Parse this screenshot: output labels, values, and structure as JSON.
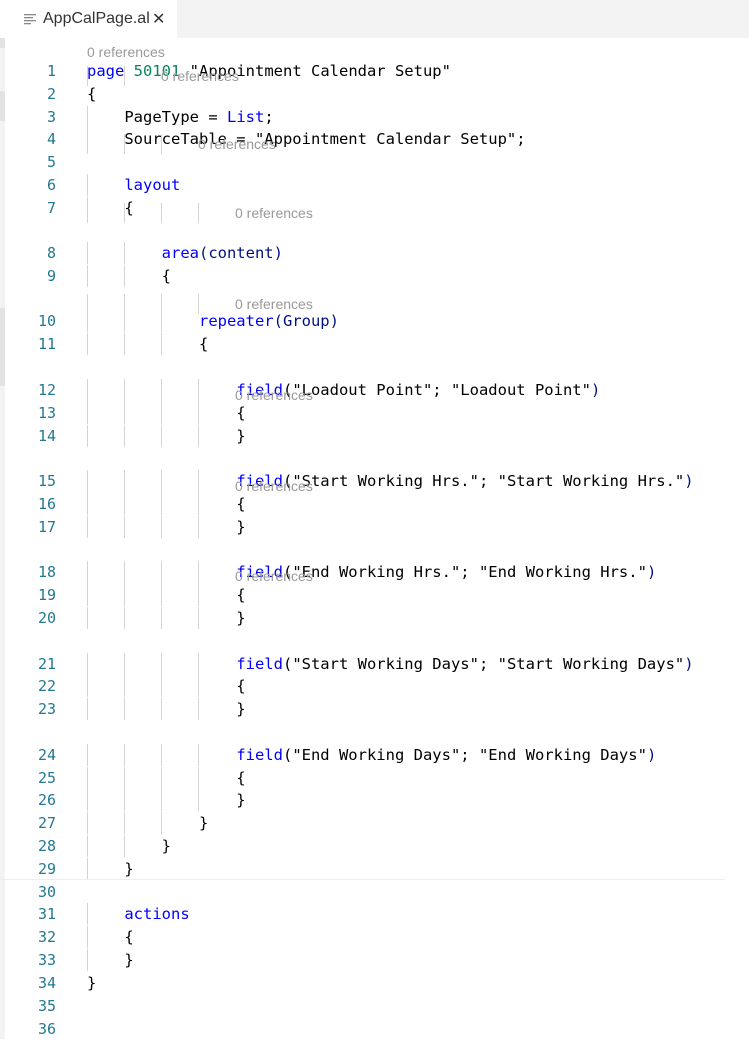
{
  "tab": {
    "label": "AppCalPage.al",
    "file_icon": "lines-file-icon",
    "close_icon": "close-icon"
  },
  "codelens_label": "0 references",
  "lines": [
    {
      "n": "1",
      "tokens": [
        [
          "kw",
          "page"
        ],
        [
          "p",
          " "
        ],
        [
          "num",
          "50101"
        ],
        [
          "p",
          " \"Appointment Calendar Setup\""
        ]
      ]
    },
    {
      "n": "2",
      "tokens": [
        [
          "p",
          "{"
        ]
      ]
    },
    {
      "n": "3",
      "tokens": [
        [
          "p",
          "    PageType = "
        ],
        [
          "kw",
          "List"
        ],
        [
          "p",
          ";"
        ]
      ]
    },
    {
      "n": "4",
      "tokens": [
        [
          "p",
          "    SourceTable = \"Appointment Calendar Setup\";"
        ]
      ]
    },
    {
      "n": "5",
      "tokens": []
    },
    {
      "n": "6",
      "tokens": [
        [
          "p",
          "    "
        ],
        [
          "kw",
          "layout"
        ]
      ]
    },
    {
      "n": "7",
      "tokens": [
        [
          "p",
          "    {"
        ]
      ]
    },
    {
      "n": "8",
      "tokens": [
        [
          "p",
          "        "
        ],
        [
          "kw",
          "area"
        ],
        [
          "kw2",
          "(content)"
        ]
      ]
    },
    {
      "n": "9",
      "tokens": [
        [
          "p",
          "        {"
        ]
      ]
    },
    {
      "n": "10",
      "tokens": [
        [
          "p",
          "            "
        ],
        [
          "kw",
          "repeater"
        ],
        [
          "kw2",
          "(Group)"
        ]
      ]
    },
    {
      "n": "11",
      "tokens": [
        [
          "p",
          "            {"
        ]
      ]
    },
    {
      "n": "12",
      "tokens": [
        [
          "p",
          "                "
        ],
        [
          "kw",
          "field"
        ],
        [
          "p",
          "(\"Loadout Point\"; \"Loadout Point\""
        ],
        [
          "kw2",
          ")"
        ]
      ]
    },
    {
      "n": "13",
      "tokens": [
        [
          "p",
          "                {"
        ]
      ]
    },
    {
      "n": "14",
      "tokens": [
        [
          "p",
          "                }"
        ]
      ]
    },
    {
      "n": "15",
      "tokens": [
        [
          "p",
          "                "
        ],
        [
          "kw",
          "field"
        ],
        [
          "p",
          "(\"Start Working Hrs.\"; \"Start Working Hrs.\""
        ],
        [
          "kw2",
          ")"
        ]
      ]
    },
    {
      "n": "16",
      "tokens": [
        [
          "p",
          "                {"
        ]
      ]
    },
    {
      "n": "17",
      "tokens": [
        [
          "p",
          "                }"
        ]
      ]
    },
    {
      "n": "18",
      "tokens": [
        [
          "p",
          "                "
        ],
        [
          "kw",
          "field"
        ],
        [
          "p",
          "(\"End Working Hrs.\"; \"End Working Hrs.\""
        ],
        [
          "kw2",
          ")"
        ]
      ]
    },
    {
      "n": "19",
      "tokens": [
        [
          "p",
          "                {"
        ]
      ]
    },
    {
      "n": "20",
      "tokens": [
        [
          "p",
          "                }"
        ]
      ]
    },
    {
      "n": "21",
      "tokens": [
        [
          "p",
          "                "
        ],
        [
          "kw",
          "field"
        ],
        [
          "p",
          "(\"Start Working Days\"; \"Start Working Days\""
        ],
        [
          "kw2",
          ")"
        ]
      ]
    },
    {
      "n": "22",
      "tokens": [
        [
          "p",
          "                {"
        ]
      ]
    },
    {
      "n": "23",
      "tokens": [
        [
          "p",
          "                }"
        ]
      ]
    },
    {
      "n": "24",
      "tokens": [
        [
          "p",
          "                "
        ],
        [
          "kw",
          "field"
        ],
        [
          "p",
          "(\"End Working Days\"; \"End Working Days\""
        ],
        [
          "kw2",
          ")"
        ]
      ]
    },
    {
      "n": "25",
      "tokens": [
        [
          "p",
          "                {"
        ]
      ]
    },
    {
      "n": "26",
      "tokens": [
        [
          "p",
          "                }"
        ]
      ]
    },
    {
      "n": "27",
      "tokens": [
        [
          "p",
          "            }"
        ]
      ]
    },
    {
      "n": "28",
      "tokens": [
        [
          "p",
          "        }"
        ]
      ]
    },
    {
      "n": "29",
      "tokens": [
        [
          "p",
          "    }"
        ]
      ]
    },
    {
      "n": "30",
      "tokens": []
    },
    {
      "n": "31",
      "tokens": [
        [
          "p",
          "    "
        ],
        [
          "kw",
          "actions"
        ]
      ]
    },
    {
      "n": "32",
      "tokens": [
        [
          "p",
          "    {"
        ]
      ]
    },
    {
      "n": "33",
      "tokens": [
        [
          "p",
          "    }"
        ]
      ]
    },
    {
      "n": "34",
      "tokens": [
        [
          "p",
          "}"
        ]
      ]
    },
    {
      "n": "35",
      "tokens": []
    },
    {
      "n": "36",
      "tokens": []
    }
  ],
  "colors": {
    "keyword": "#0000ff",
    "number": "#098658",
    "line_number": "#237893",
    "codelens": "#999999"
  }
}
